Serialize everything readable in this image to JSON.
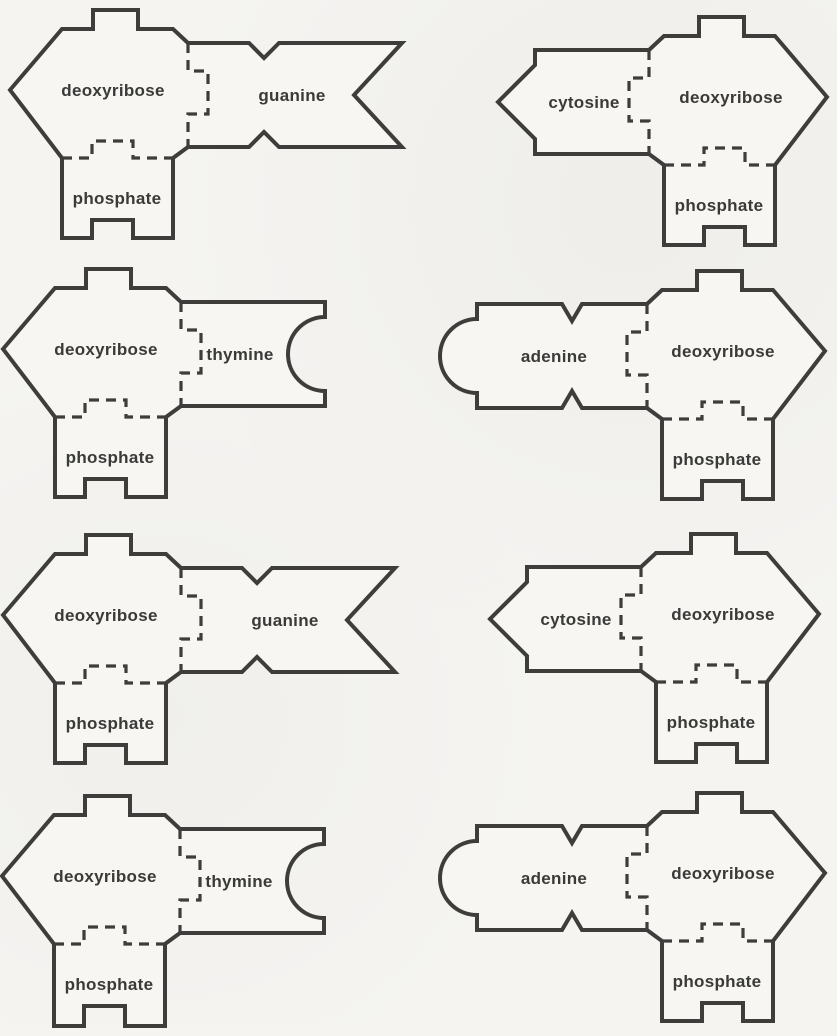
{
  "page": {
    "background_color": "#f5f4f1",
    "ink_color": "#3e3d3b",
    "kind": "dna-nucleotide-puzzle-pieces"
  },
  "units": [
    {
      "position": "row-1-left",
      "sugar": "deoxyribose",
      "base": "guanine",
      "phosphate": "phosphate"
    },
    {
      "position": "row-1-right",
      "base": "cytosine",
      "sugar": "deoxyribose",
      "phosphate": "phosphate"
    },
    {
      "position": "row-2-left",
      "sugar": "deoxyribose",
      "base": "thymine",
      "phosphate": "phosphate"
    },
    {
      "position": "row-2-right",
      "base": "adenine",
      "sugar": "deoxyribose",
      "phosphate": "phosphate"
    },
    {
      "position": "row-3-left",
      "sugar": "deoxyribose",
      "base": "guanine",
      "phosphate": "phosphate"
    },
    {
      "position": "row-3-right",
      "base": "cytosine",
      "sugar": "deoxyribose",
      "phosphate": "phosphate"
    },
    {
      "position": "row-4-left",
      "sugar": "deoxyribose",
      "base": "thymine",
      "phosphate": "phosphate"
    },
    {
      "position": "row-4-right",
      "base": "adenine",
      "sugar": "deoxyribose",
      "phosphate": "phosphate"
    }
  ]
}
